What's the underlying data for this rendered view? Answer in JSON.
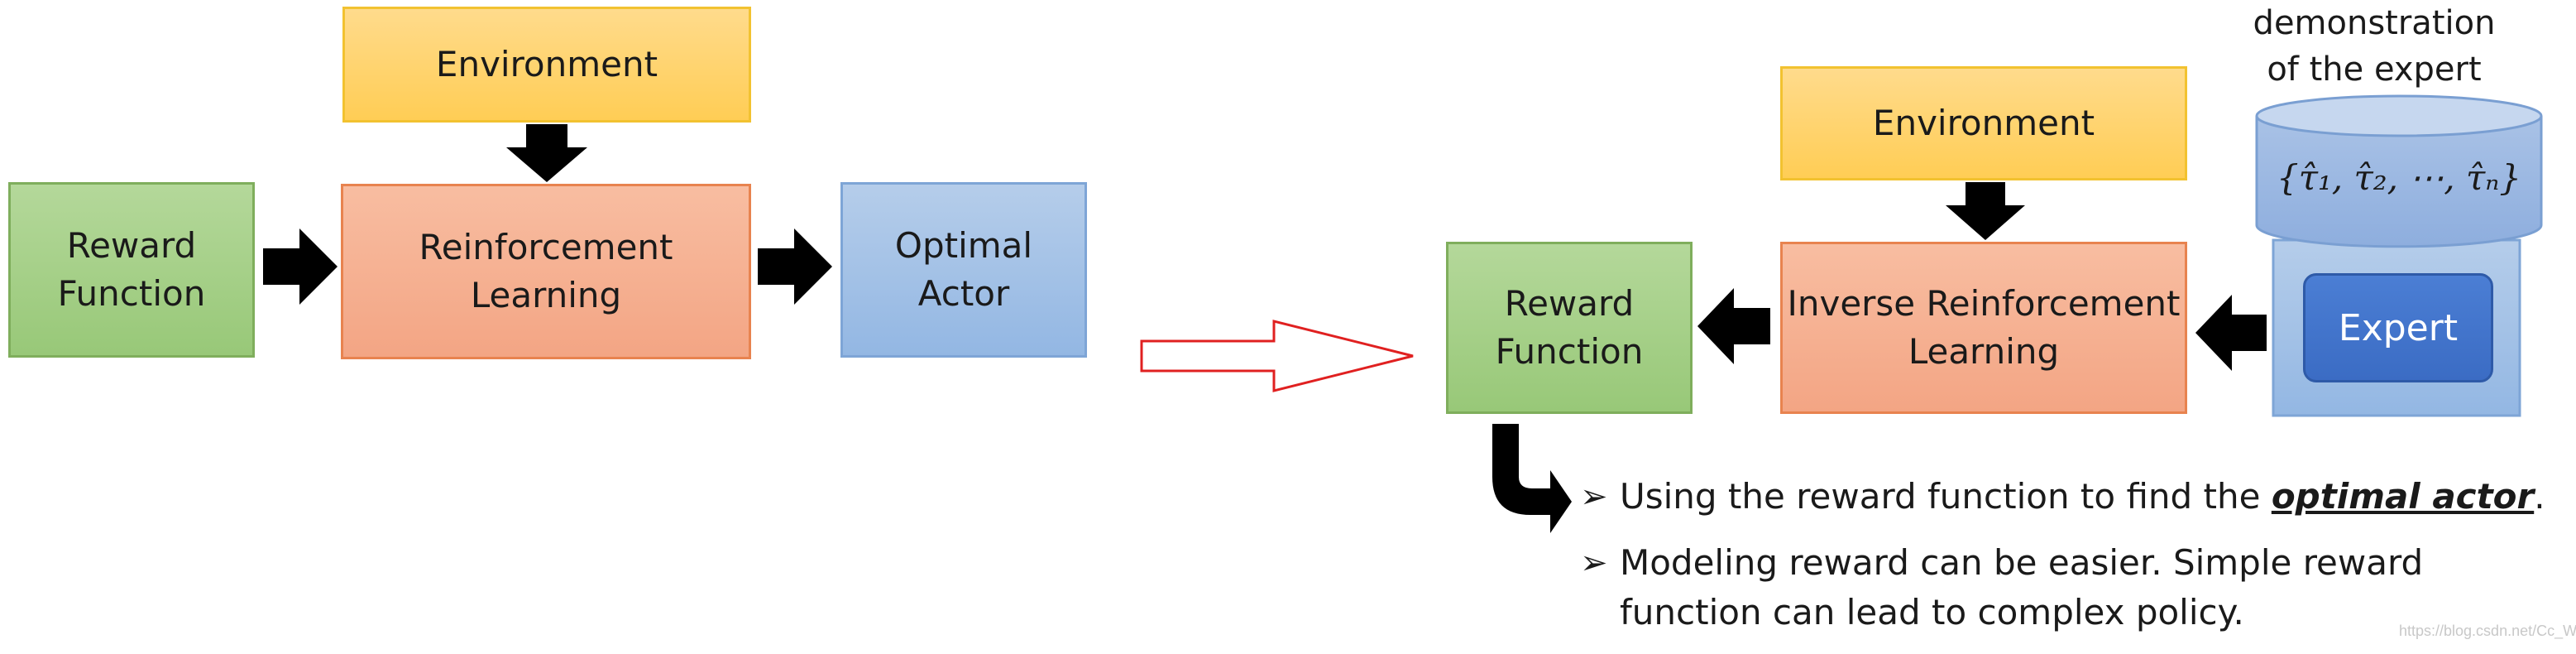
{
  "left_diagram": {
    "environment": "Environment",
    "reward_function": "Reward\nFunction",
    "reinforcement_learning": "Reinforcement\nLearning",
    "optimal_actor": "Optimal\nActor"
  },
  "right_diagram": {
    "demonstration_label": "demonstration\nof the expert",
    "trajectories": "{τ̂₁, τ̂₂, ⋯, τ̂ₙ}",
    "environment": "Environment",
    "reward_function": "Reward\nFunction",
    "inverse_rl": "Inverse Reinforcement\nLearning",
    "expert": "Expert"
  },
  "bullets": {
    "b1_prefix": "Using the reward function to find the ",
    "b1_emphasis": "optimal actor",
    "b1_suffix": ".",
    "b2": "Modeling reward can be easier. Simple reward\nfunction can lead to complex policy."
  },
  "watermark": "https://blog.csdn.net/Cc_Wan",
  "colors": {
    "arrow": "#000000",
    "transition_arrow": "#e02020",
    "expert_button": "#3b6cc4"
  }
}
